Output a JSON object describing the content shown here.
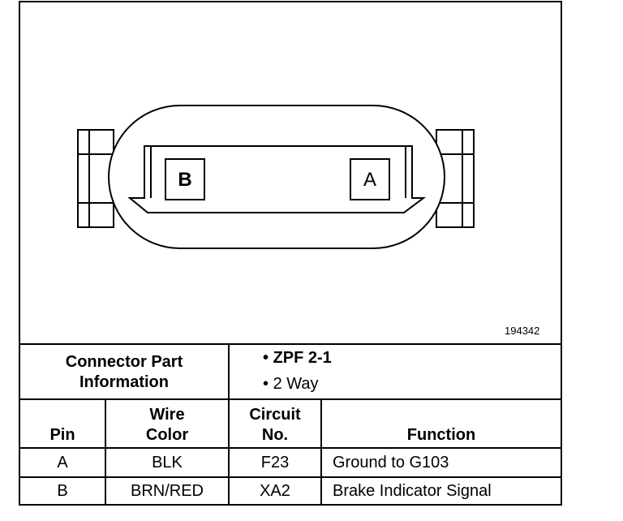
{
  "figure_id": "194342",
  "pins": {
    "left": "B",
    "right": "A"
  },
  "connector_info": {
    "label_line1": "Connector Part",
    "label_line2": "Information",
    "items": [
      "ZPF 2-1",
      "2 Way"
    ]
  },
  "table": {
    "headers": {
      "pin": "Pin",
      "wire_line1": "Wire",
      "wire_line2": "Color",
      "circuit_line1": "Circuit",
      "circuit_line2": "No.",
      "function": "Function"
    },
    "rows": [
      {
        "pin": "A",
        "wire": "BLK",
        "circuit": "F23",
        "function": "Ground to G103"
      },
      {
        "pin": "B",
        "wire": "BRN/RED",
        "circuit": "XA2",
        "function": "Brake Indicator Signal"
      }
    ]
  }
}
